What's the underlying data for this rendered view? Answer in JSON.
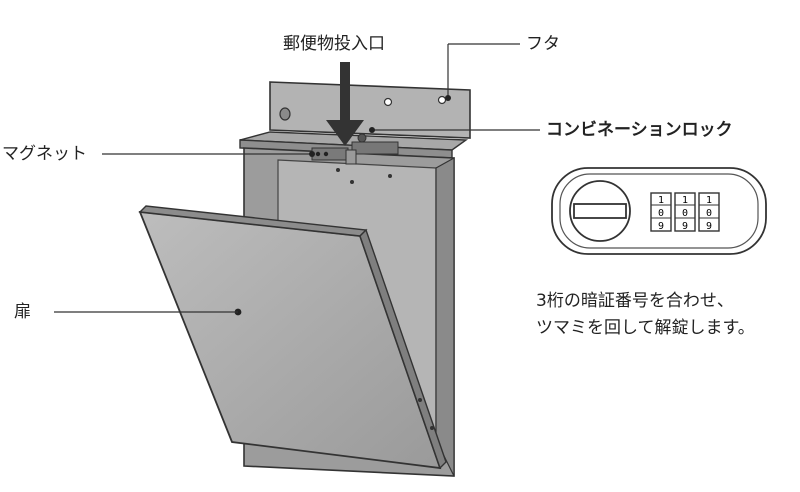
{
  "labels": {
    "mail_slot": "郵便物投入口",
    "lid": "フタ",
    "combination_lock": "コンビネーションロック",
    "magnet": "マグネット",
    "door": "扉"
  },
  "lock": {
    "dial_digits": [
      [
        "1",
        "0",
        "9"
      ],
      [
        "1",
        "0",
        "9"
      ],
      [
        "1",
        "0",
        "9"
      ]
    ]
  },
  "instructions": [
    "3桁の暗証番号を合わせ、",
    "ツマミを回して解錠します。"
  ]
}
